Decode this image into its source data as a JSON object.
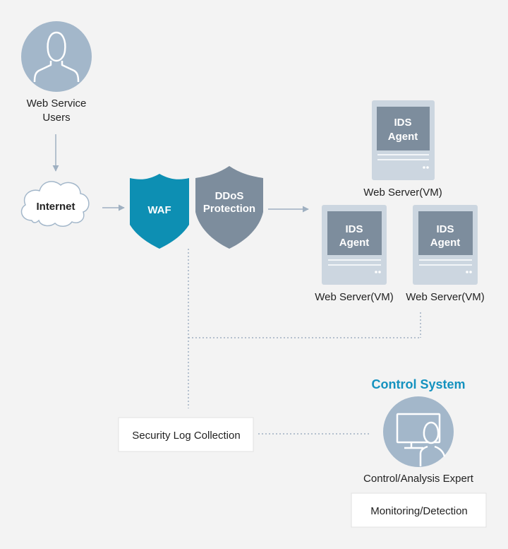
{
  "users": {
    "label_line1": "Web Service",
    "label_line2": "Users"
  },
  "internet": {
    "label": "Internet"
  },
  "waf": {
    "label": "WAF"
  },
  "ddos": {
    "label_line1": "DDoS",
    "label_line2": "Protection"
  },
  "servers": [
    {
      "agent_line1": "IDS",
      "agent_line2": "Agent",
      "label": "Web Server(VM)"
    },
    {
      "agent_line1": "IDS",
      "agent_line2": "Agent",
      "label": "Web Server(VM)"
    },
    {
      "agent_line1": "IDS",
      "agent_line2": "Agent",
      "label": "Web Server(VM)"
    }
  ],
  "log_collection": {
    "label": "Security Log Collection"
  },
  "control_system": {
    "title": "Control System",
    "expert_label": "Control/Analysis Expert"
  },
  "monitoring": {
    "label": "Monitoring/Detection"
  },
  "colors": {
    "waf": "#0d8fb3",
    "ddos": "#7d8d9d",
    "user_circle": "#a3b7ca",
    "server_body": "#ccd6e0",
    "agent_panel": "#7d8d9d",
    "control_title": "#1592bf",
    "connector": "#9fb0c1"
  },
  "icons": {
    "users": "user-silhouette-icon",
    "internet": "cloud-icon",
    "waf": "shield-icon",
    "ddos": "shield-icon",
    "server": "server-tower-icon",
    "expert": "monitor-user-icon"
  }
}
